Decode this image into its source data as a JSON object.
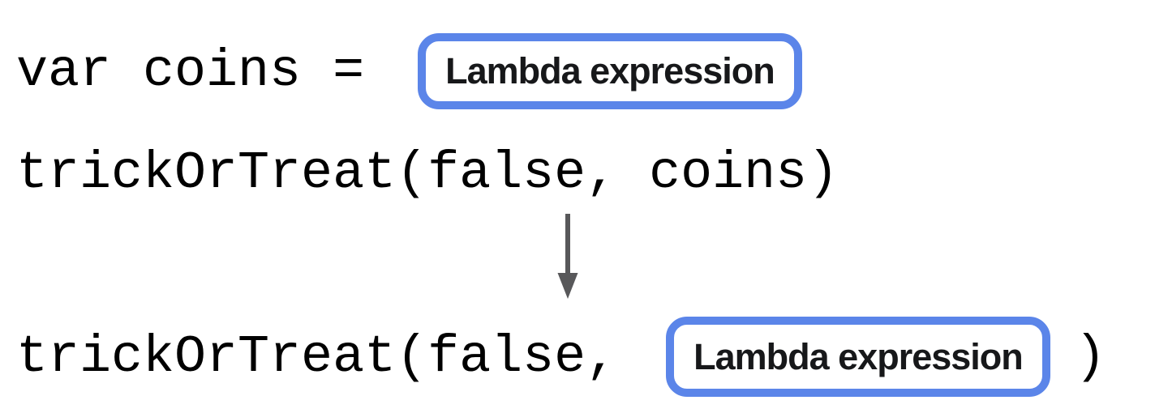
{
  "diagram": {
    "title_hint": "lambda expression substitution",
    "colors": {
      "accent_blue": "#5b85e9",
      "arrow_gray": "#58585a",
      "code_text": "#000000",
      "label_text": "#17181a",
      "background": "#ffffff"
    },
    "assignment_line": {
      "code": "var coins =",
      "box_label": "Lambda expression"
    },
    "call_line": {
      "code": "trickOrTreat(false, coins)"
    },
    "arrow": {
      "direction": "down"
    },
    "result_line": {
      "code_before": "trickOrTreat(false,",
      "box_label": "Lambda expression",
      "code_after": ")"
    }
  }
}
